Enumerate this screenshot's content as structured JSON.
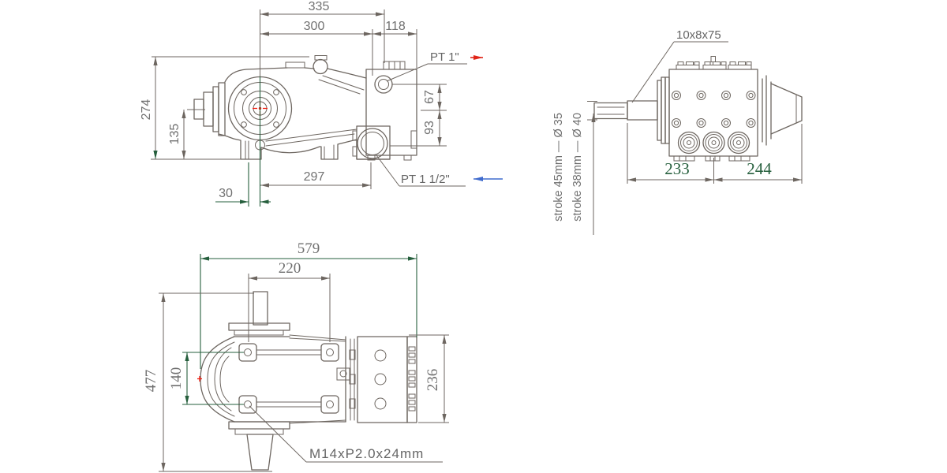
{
  "colors": {
    "drawing_line": "#6d6660",
    "dimension_green": "#265f3d",
    "discharge_arrow_red": "#e02518",
    "suction_arrow_blue": "#3f6bcd",
    "center_mark_red": "#f21d10",
    "background": "#ffffff"
  },
  "side_view": {
    "dims": {
      "overall_width": "335",
      "body_width": "300",
      "head_width": "118",
      "overall_height": "274",
      "shaft_center_height": "135",
      "rear_length": "297",
      "foot_offset": "30",
      "discharge_offset": "67",
      "suction_offset": "93"
    },
    "labels": {
      "discharge_port": "PT 1\"",
      "suction_port": "PT 1 1/2\""
    }
  },
  "front_view": {
    "dims": {
      "left_span": "233",
      "right_span": "244"
    },
    "labels": {
      "key_size": "10x8x75",
      "stroke_option_a": "stroke 45mm — Ø 35",
      "stroke_option_b": "stroke 38mm — Ø 40"
    }
  },
  "top_view": {
    "dims": {
      "overall_length": "579",
      "foot_span_length": "220",
      "overall_depth": "477",
      "foot_span_width": "140",
      "head_depth": "236"
    },
    "labels": {
      "foot_thread": "M14xP2.0x24mm"
    }
  }
}
